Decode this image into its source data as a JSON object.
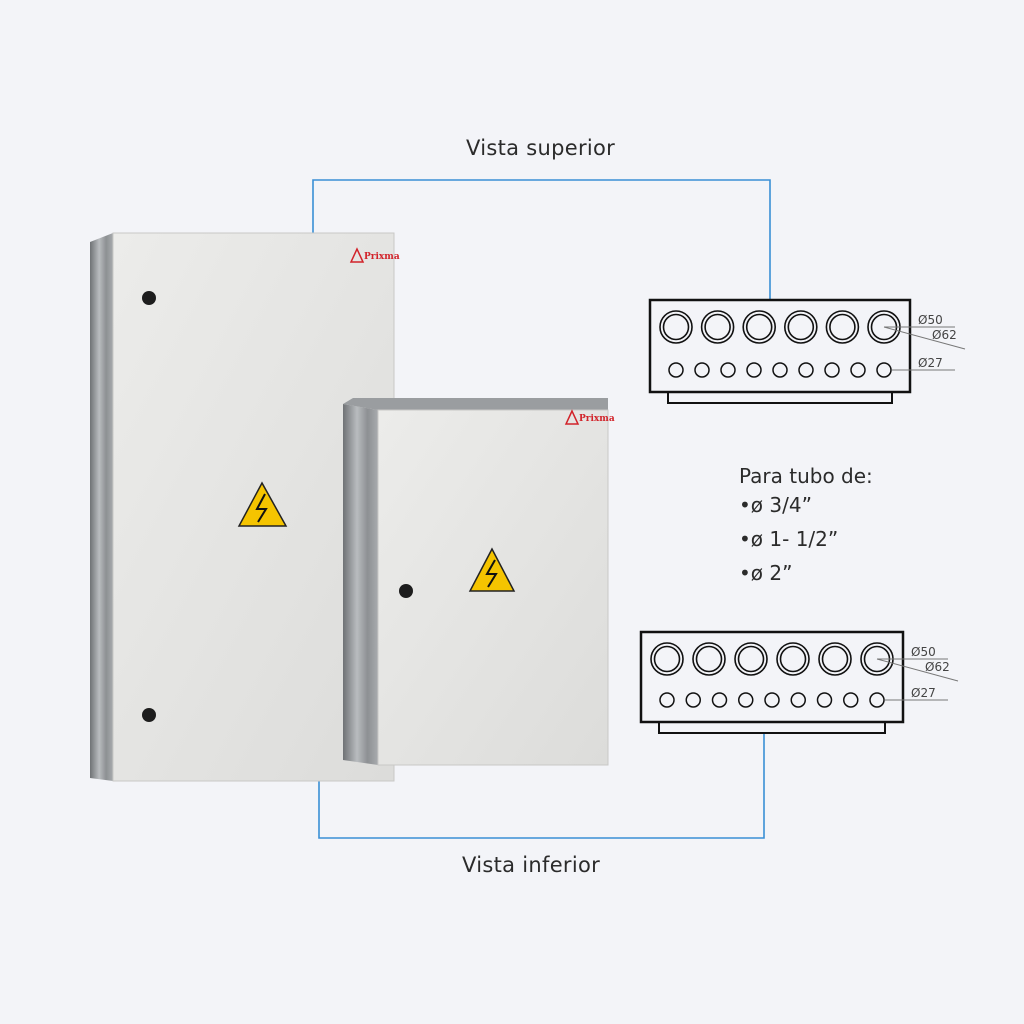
{
  "labels": {
    "top_view": "Vista superior",
    "bottom_view": "Vista inferior"
  },
  "specs": {
    "heading": "Para tubo de:",
    "items": [
      "•ø 3/4”",
      "•ø 1- 1/2”",
      "•ø 2”"
    ]
  },
  "diagram": {
    "dim_large_inner": "Ø50",
    "dim_large_outer": "Ø62",
    "dim_small": "Ø27",
    "large_knockouts": 6,
    "small_knockouts": 9
  },
  "brand": "Prixma",
  "colors": {
    "background": "#f3f4f8",
    "connector": "#3a8fd6",
    "brand": "#d2232a",
    "warning": "#f5c400"
  }
}
